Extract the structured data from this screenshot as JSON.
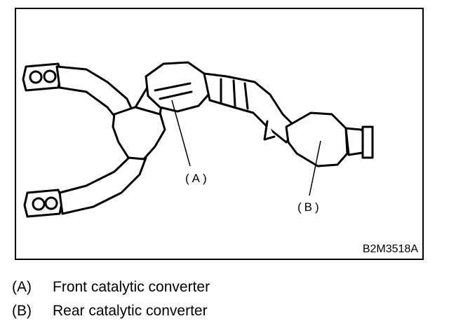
{
  "figure": {
    "callout_a": "(A)",
    "callout_b": "(B)",
    "code": "B2M3518A"
  },
  "legend": [
    {
      "key": "(A)",
      "text": "Front catalytic converter"
    },
    {
      "key": "(B)",
      "text": "Rear catalytic converter"
    }
  ]
}
